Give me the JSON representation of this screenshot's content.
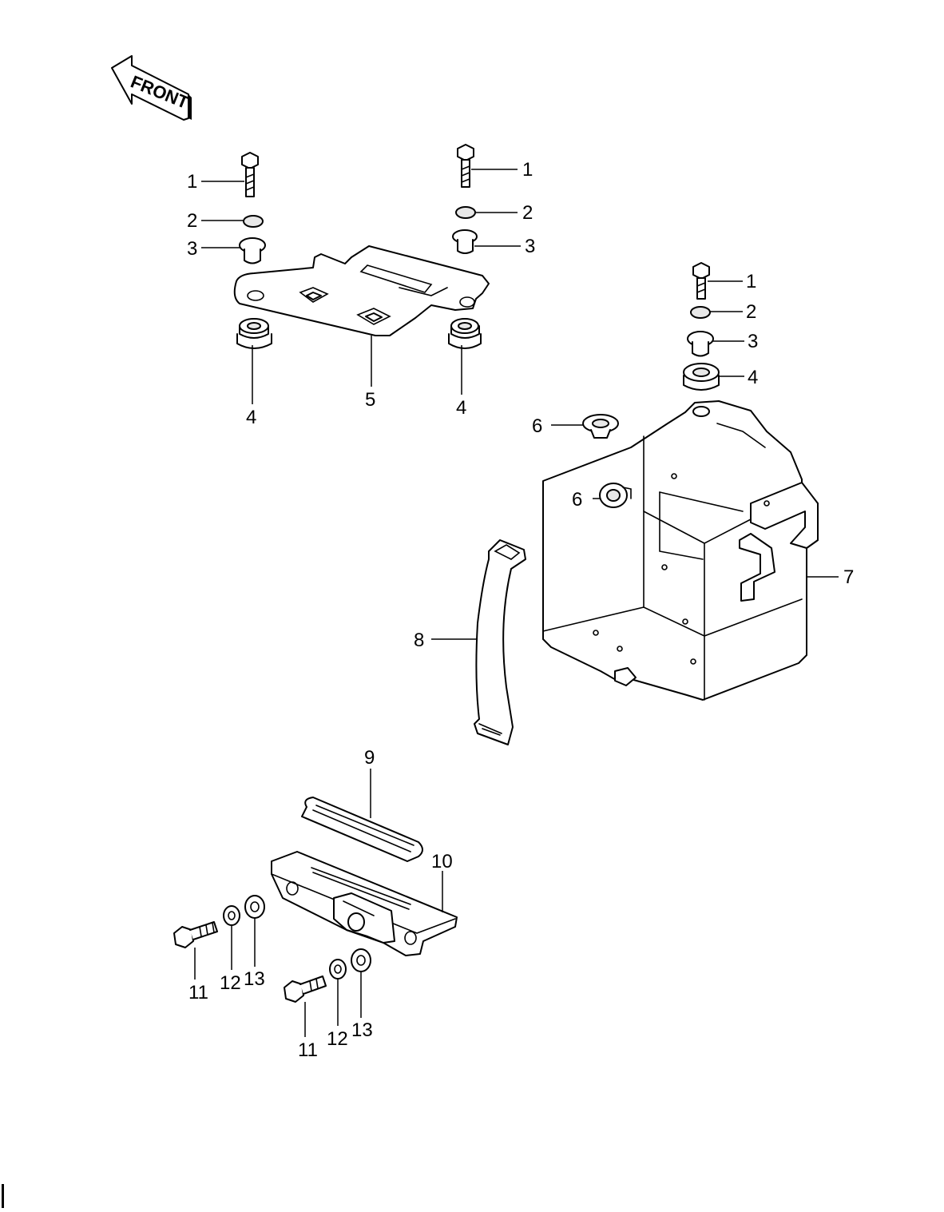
{
  "front_arrow": {
    "label": "FRONT"
  },
  "callouts": {
    "c1a": "1",
    "c1b": "1",
    "c1c": "1",
    "c2a": "2",
    "c2b": "2",
    "c2c": "2",
    "c3a": "3",
    "c3b": "3",
    "c3c": "3",
    "c4a": "4",
    "c4b": "4",
    "c4c": "4",
    "c5": "5",
    "c6a": "6",
    "c6b": "6",
    "c7": "7",
    "c8": "8",
    "c9": "9",
    "c10": "10",
    "c11a": "11",
    "c11b": "11",
    "c12a": "12",
    "c12b": "12",
    "c13a": "13",
    "c13b": "13"
  }
}
